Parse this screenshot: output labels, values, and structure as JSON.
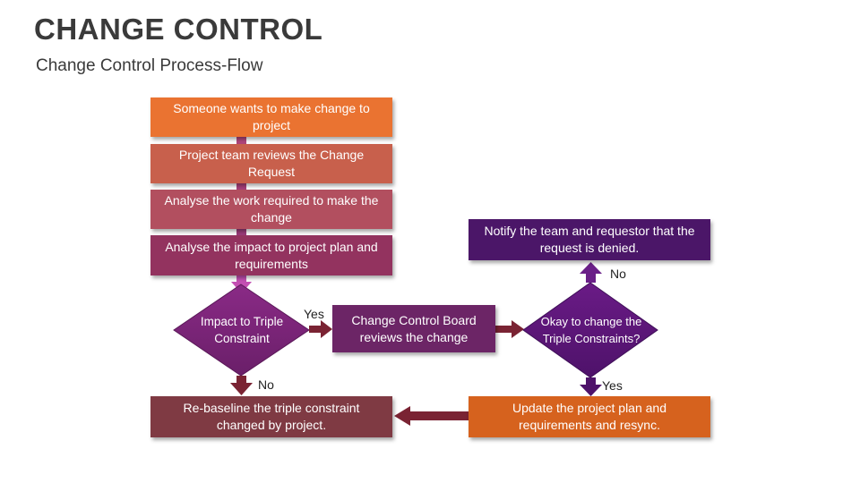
{
  "header": {
    "title": "CHANGE CONTROL",
    "subtitle": "Change Control Process-Flow"
  },
  "flow": {
    "step1": "Someone wants to make change to project",
    "step2": "Project team reviews the Change Request",
    "step3": "Analyse the work required to make the change",
    "step4": "Analyse the impact to project plan and requirements",
    "decision_impact": "Impact to Triple Constraint",
    "review_board": "Change Control Board reviews the change",
    "decision_okay": "Okay to change the Triple Constraints?",
    "notify": "Notify the team and requestor that the request is denied.",
    "update": "Update the project plan and requirements and resync.",
    "rebaseline": "Re-baseline the triple constraint changed by project."
  },
  "labels": {
    "yes_impact": "Yes",
    "no_impact": "No",
    "no_okay": "No",
    "yes_okay": "Yes"
  },
  "colors": {
    "orange": "#ea7331",
    "terracotta": "#c8604c",
    "mauve": "#b24f5f",
    "plum": "#93335f",
    "purple": "#8f2e8d",
    "dark_purple": "#6c2566",
    "violet": "#7a2490",
    "deep_violet": "#4b1668",
    "burnt_orange": "#d6621e",
    "maroon": "#7f3a43",
    "arrow": "#7a2333"
  }
}
